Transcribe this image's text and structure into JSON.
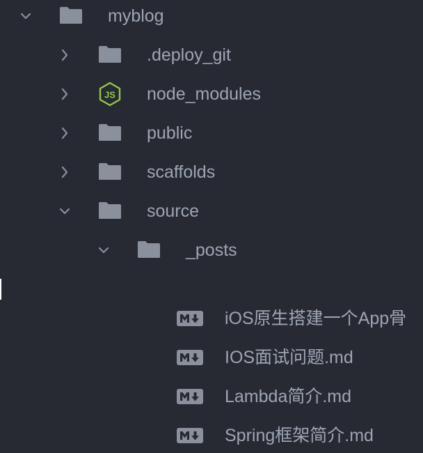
{
  "tree": {
    "root": {
      "label": "myblog",
      "expanded": true,
      "icon": "folder-icon"
    },
    "items": [
      {
        "label": ".deploy_git",
        "expanded": false,
        "icon": "folder-icon"
      },
      {
        "label": "node_modules",
        "expanded": false,
        "icon": "nodejs-icon"
      },
      {
        "label": "public",
        "expanded": false,
        "icon": "folder-icon"
      },
      {
        "label": "scaffolds",
        "expanded": false,
        "icon": "folder-icon"
      },
      {
        "label": "source",
        "expanded": true,
        "icon": "folder-icon"
      }
    ],
    "posts_folder": {
      "label": "_posts",
      "expanded": true,
      "icon": "folder-icon"
    },
    "files": [
      {
        "label": "iOS原生搭建一个App骨",
        "icon": "markdown-icon"
      },
      {
        "label": "IOS面试问题.md",
        "icon": "markdown-icon"
      },
      {
        "label": "Lambda简介.md",
        "icon": "markdown-icon"
      },
      {
        "label": "Spring框架简介.md",
        "icon": "markdown-icon"
      }
    ]
  },
  "colors": {
    "background": "#282a33",
    "text": "#9da5b4",
    "icon": "#8a909c",
    "nodejs": "#8cc84b"
  }
}
